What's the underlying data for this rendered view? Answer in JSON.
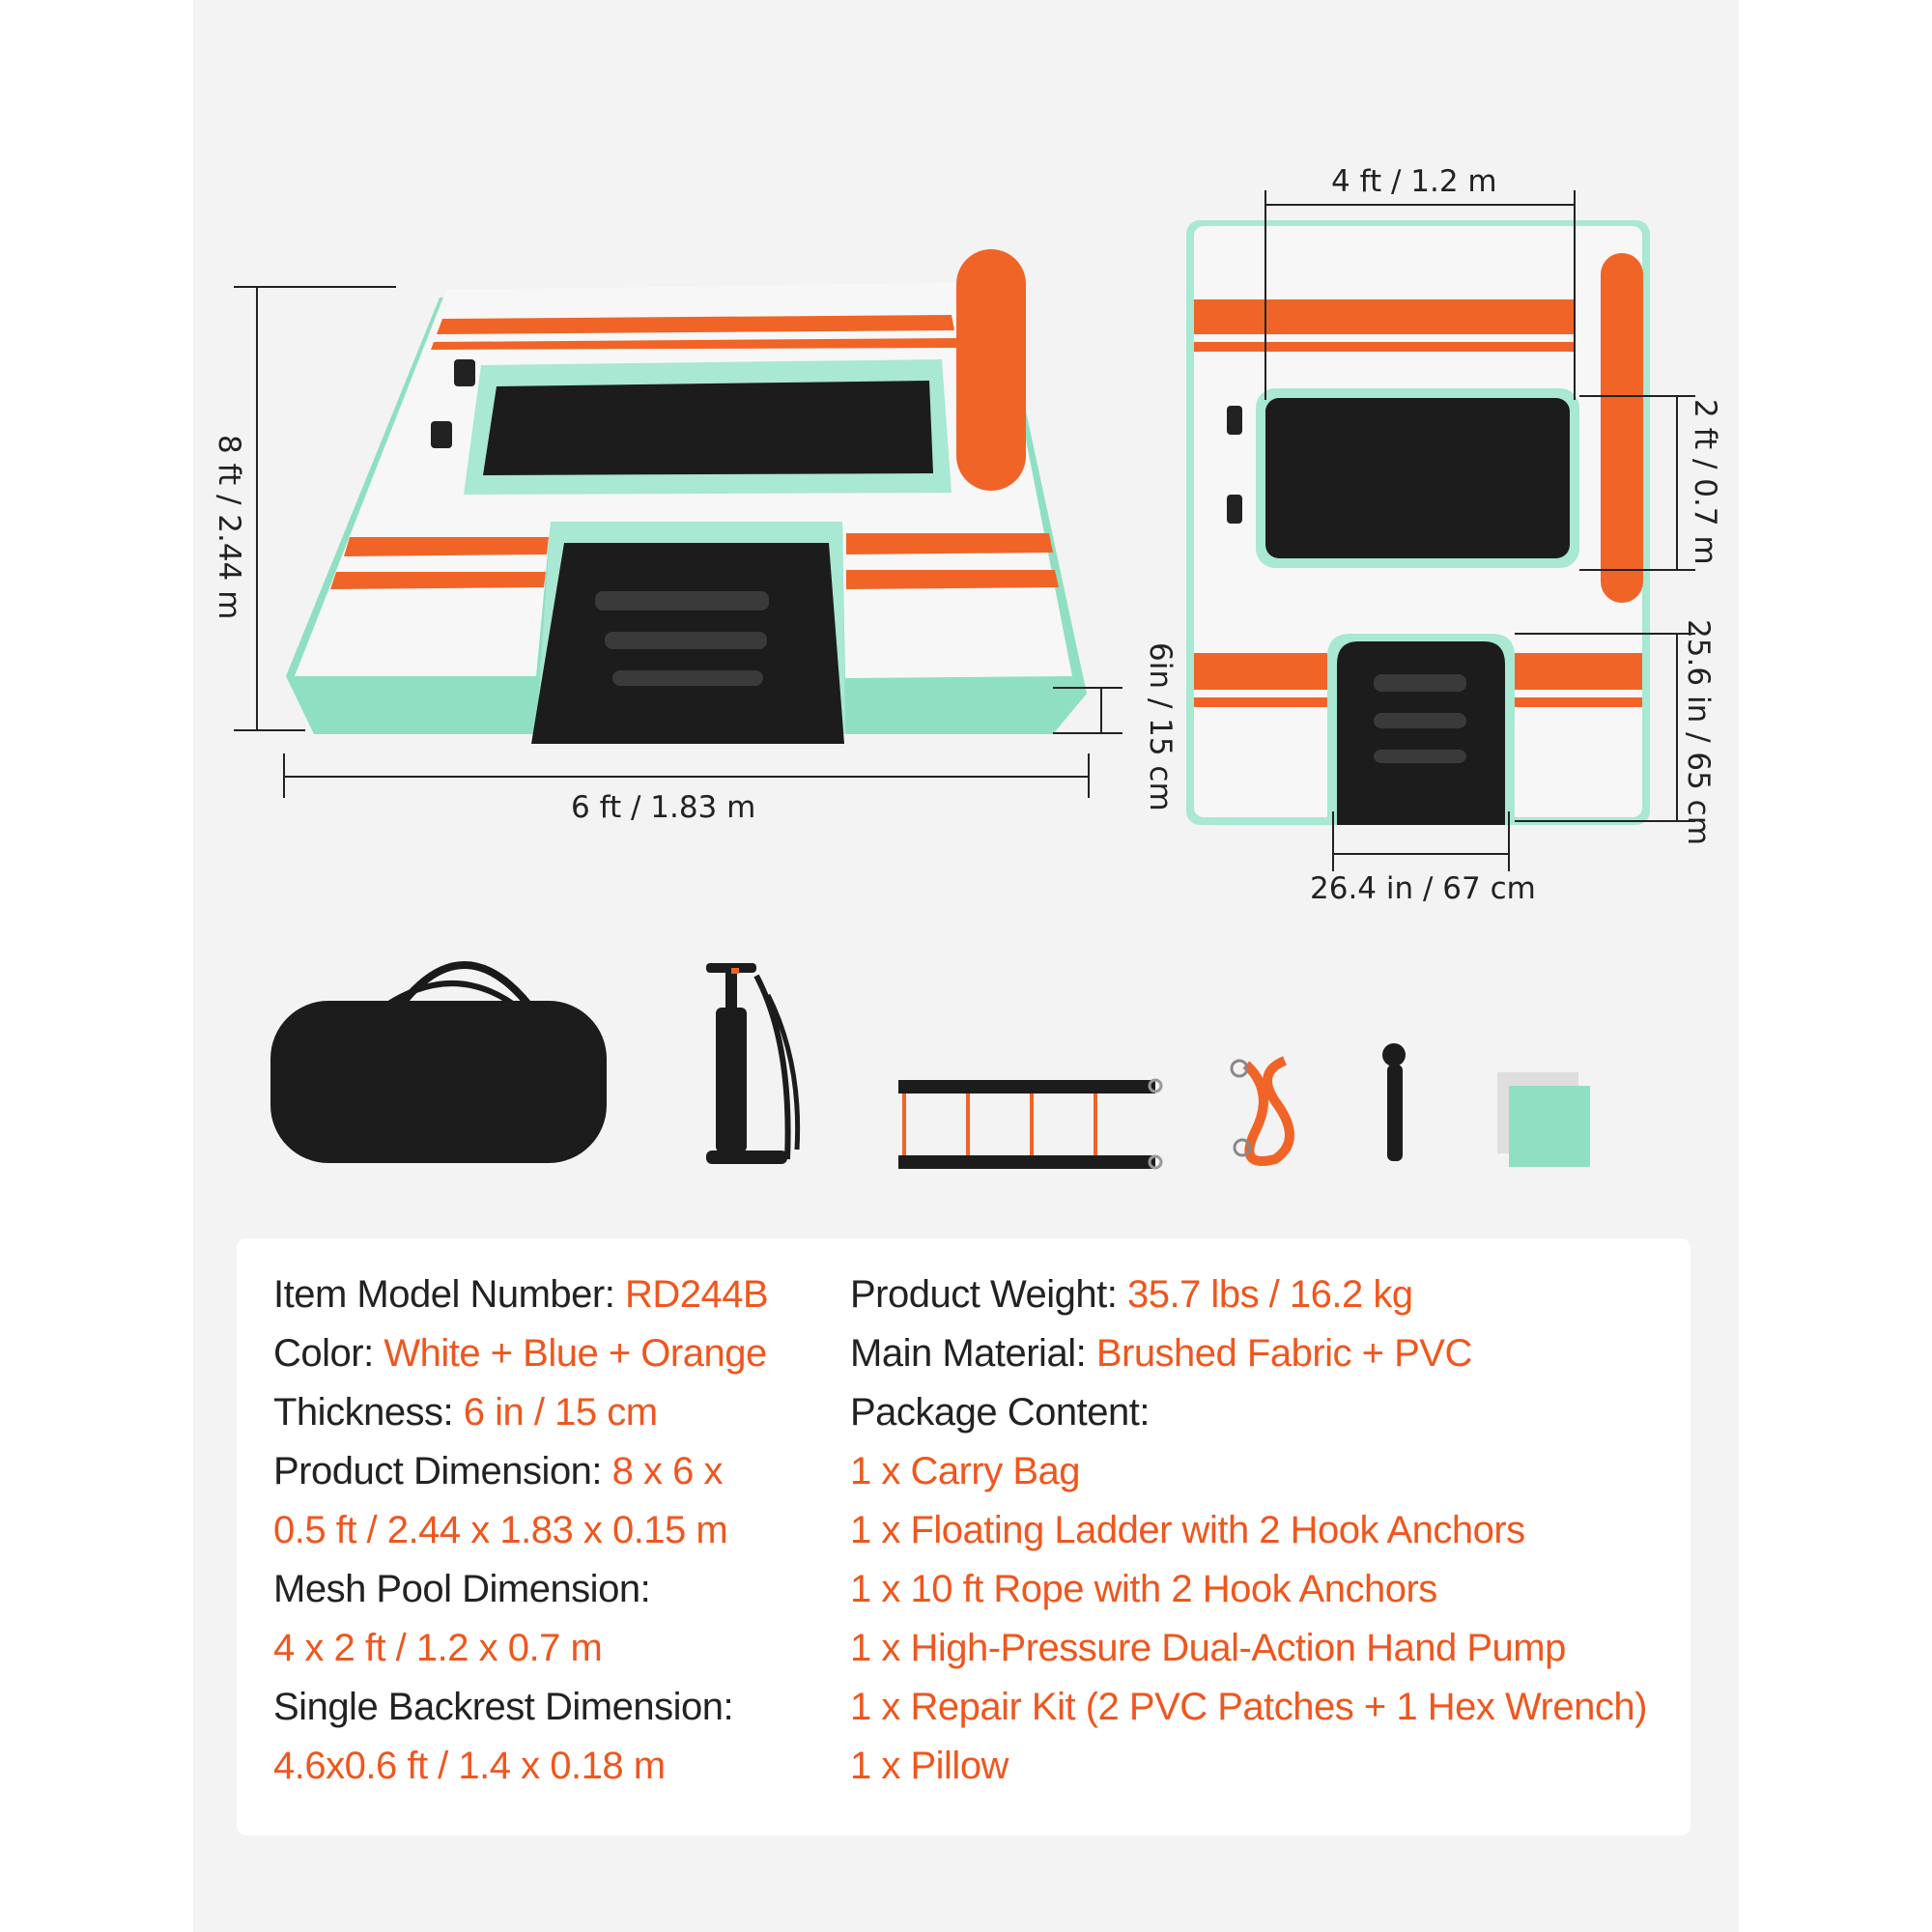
{
  "dimensions": {
    "length": "8 ft / 2.44 m",
    "width": "6 ft / 1.83 m",
    "thickness": "6in / 15 cm",
    "pool_width": "4 ft / 1.2 m",
    "pool_depth": "2 ft / 0.7 m",
    "ladder_depth": "25.6 in / 65 cm",
    "ladder_width": "26.4 in / 67 cm"
  },
  "colors": {
    "accent": "#f0561d",
    "mint": "#8fe0c2",
    "orange": "#f06428"
  },
  "accessories": [
    "carry-bag-icon",
    "hand-pump-icon",
    "floating-ladder-icon",
    "rope-icon",
    "hex-wrench-icon",
    "pvc-patches-icon"
  ],
  "specs_left": [
    {
      "label": "Item Model Number: ",
      "value": "RD244B"
    },
    {
      "label": "Color: ",
      "value": "White + Blue + Orange"
    },
    {
      "label": "Thickness: ",
      "value": "6 in / 15 cm"
    },
    {
      "label": "Product Dimension: ",
      "value": "8 x 6 x"
    },
    {
      "label": "",
      "value": "0.5 ft / 2.44 x 1.83 x 0.15 m"
    },
    {
      "label": "Mesh Pool Dimension:",
      "value": ""
    },
    {
      "label": "",
      "value": "4 x 2 ft / 1.2 x 0.7 m"
    },
    {
      "label": "Single Backrest Dimension:",
      "value": ""
    },
    {
      "label": "",
      "value": "4.6x0.6 ft / 1.4 x 0.18 m"
    }
  ],
  "specs_right": [
    {
      "label": "Product Weight: ",
      "value": "35.7 lbs / 16.2 kg"
    },
    {
      "label": "Main Material: ",
      "value": "Brushed Fabric + PVC"
    },
    {
      "label": "Package Content:",
      "value": ""
    },
    {
      "label": "",
      "value": "1 x Carry Bag"
    },
    {
      "label": "",
      "value": "1 x Floating Ladder with 2 Hook Anchors"
    },
    {
      "label": "",
      "value": "1 x 10 ft Rope with 2 Hook Anchors"
    },
    {
      "label": "",
      "value": "1 x High-Pressure Dual-Action Hand Pump"
    },
    {
      "label": "",
      "value": "1 x Repair Kit (2 PVC Patches + 1 Hex Wrench)"
    },
    {
      "label": "",
      "value": "1 x Pillow"
    }
  ]
}
